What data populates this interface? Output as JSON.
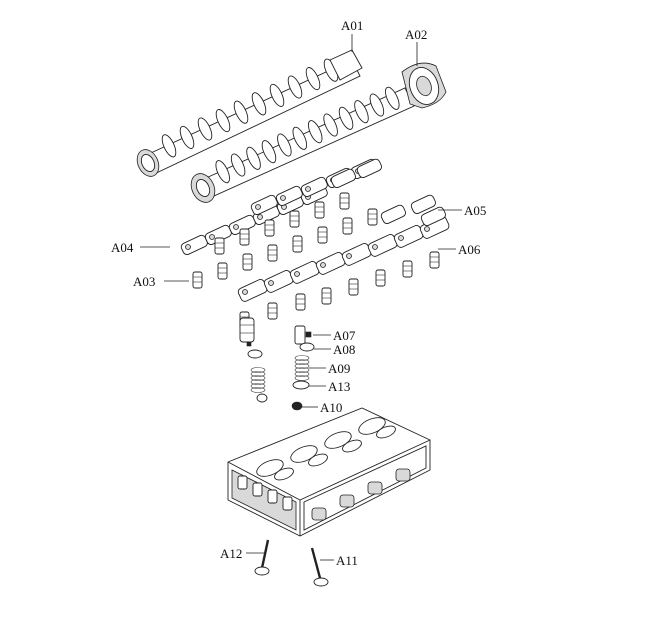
{
  "callouts": {
    "a01": "A01",
    "a02": "A02",
    "a03": "A03",
    "a04": "A04",
    "a05": "A05",
    "a06": "A06",
    "a07": "A07",
    "a08": "A08",
    "a09": "A09",
    "a10": "A10",
    "a11": "A11",
    "a12": "A12",
    "a13": "A13"
  }
}
